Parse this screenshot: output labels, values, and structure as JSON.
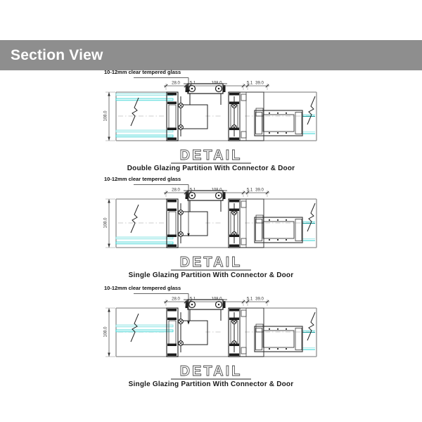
{
  "header": {
    "title": "Section View"
  },
  "colors": {
    "header_bg": "#8e8e8e",
    "header_text": "#ffffff",
    "panel_line": "#8f8f8f",
    "profile_dark": "#1c1c1c",
    "profile_mid": "#3a3a3a",
    "dim_line": "#555555",
    "dim_text": "#333333",
    "glass_pale": "#e9fbfb",
    "glass_cyan": "#2ed3d3",
    "glass_light": "#7fe0e0",
    "glass_teal": "#0b9b9b",
    "detail_outline": "#4d4d4d"
  },
  "drawings": [
    {
      "glass_note": "10-12mm clear tempered glass",
      "dims": {
        "top": [
          "28.0",
          "5.1",
          "108.0",
          "5.1",
          "39.0"
        ],
        "side": "108.0"
      },
      "detail_label": "DETAIL",
      "caption": "Double Glazing Partition With Connector & Door",
      "variant": "double"
    },
    {
      "glass_note": "10-12mm clear tempered glass",
      "dims": {
        "top": [
          "28.0",
          "5.1",
          "108.0",
          "5.1",
          "39.0"
        ],
        "side": "108.0"
      },
      "detail_label": "DETAIL",
      "caption": "Single Glazing Partition With Connector & Door",
      "variant": "single-bottom"
    },
    {
      "glass_note": "10-12mm clear tempered glass",
      "dims": {
        "top": [
          "28.0",
          "5.1",
          "108.0",
          "5.1",
          "39.0"
        ],
        "side": "108.0"
      },
      "detail_label": "DETAIL",
      "caption": "Single Glazing Partition With Connector & Door",
      "variant": "single-center"
    }
  ]
}
